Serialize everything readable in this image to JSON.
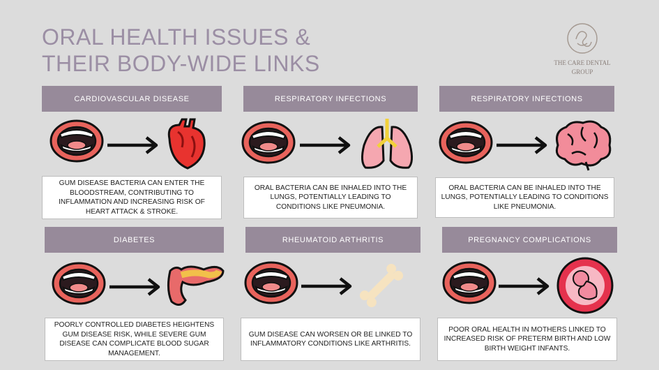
{
  "title": "ORAL HEALTH ISSUES & THEIR BODY-WIDE LINKS",
  "brand": {
    "line1": "THE CARE DENTAL",
    "line2": "GROUP"
  },
  "colors": {
    "background": "#dcdcdc",
    "header": "#978a9a",
    "title": "#9b8ea4",
    "mouth": "#e8635c",
    "arrow": "#111111"
  },
  "cards": [
    {
      "header": "CARDIOVASCULAR DISEASE",
      "organ_icon": "heart-icon",
      "text": "GUM DISEASE BACTERIA CAN ENTER THE BLOODSTREAM, CONTRIBUTING TO INFLAMMATION AND INCREASING RISK OF HEART ATTACK & STROKE."
    },
    {
      "header": "RESPIRATORY INFECTIONS",
      "organ_icon": "lungs-icon",
      "text": "ORAL BACTERIA CAN BE INHALED INTO THE LUNGS, POTENTIALLY LEADING TO CONDITIONS LIKE PNEUMONIA."
    },
    {
      "header": "RESPIRATORY INFECTIONS",
      "organ_icon": "brain-icon",
      "text": "ORAL BACTERIA CAN BE INHALED INTO THE LUNGS, POTENTIALLY LEADING TO CONDITIONS LIKE PNEUMONIA."
    },
    {
      "header": "DIABETES",
      "organ_icon": "pancreas-icon",
      "text": "POORLY CONTROLLED DIABETES HEIGHTENS GUM DISEASE RISK, WHILE SEVERE GUM DISEASE CAN COMPLICATE BLOOD SUGAR MANAGEMENT."
    },
    {
      "header": "RHEUMATOID ARTHRITIS",
      "organ_icon": "bone-icon",
      "text": "GUM DISEASE CAN WORSEN OR BE LINKED TO INFLAMMATORY CONDITIONS LIKE ARTHRITIS."
    },
    {
      "header": "PREGNANCY COMPLICATIONS",
      "organ_icon": "fetus-icon",
      "text": "POOR ORAL HEALTH IN MOTHERS LINKED TO INCREASED RISK OF PRETERM BIRTH AND LOW BIRTH WEIGHT INFANTS."
    }
  ]
}
